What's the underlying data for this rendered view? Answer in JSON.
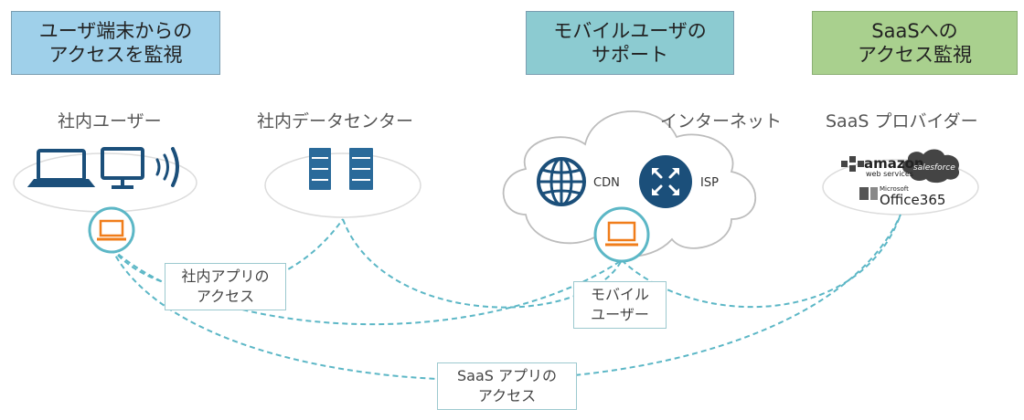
{
  "headers": [
    {
      "text": "ユーザ端末からの\nアクセスを監視"
    },
    {
      "text": "モバイルユーザの\nサポート"
    },
    {
      "text": "SaaSへの\nアクセス監視"
    }
  ],
  "groups": {
    "corporate_user": "社内ユーザー",
    "datacenter": "社内データセンター",
    "internet": "インターネット",
    "saas_provider": "SaaS プロバイダー"
  },
  "internet_nodes": {
    "cdn": "CDN",
    "isp": "ISP"
  },
  "logos": {
    "amazon": "amazon",
    "amazon_sub": "web services",
    "salesforce": "salesforce",
    "microsoft": "Microsoft",
    "office365": "Office365"
  },
  "connection_labels": {
    "internal_app": "社内アプリの\nアクセス",
    "mobile_user": "モバイル\nユーザー",
    "saas_app": "SaaS アプリの\nアクセス"
  },
  "colors": {
    "header_blue": "#9fd0ea",
    "header_teal": "#8ccbd1",
    "header_green": "#a9d08e",
    "icon_navy": "#1b4f7a",
    "laptop_orange": "#f07d1a",
    "dashed_line": "#5cb7c6"
  }
}
